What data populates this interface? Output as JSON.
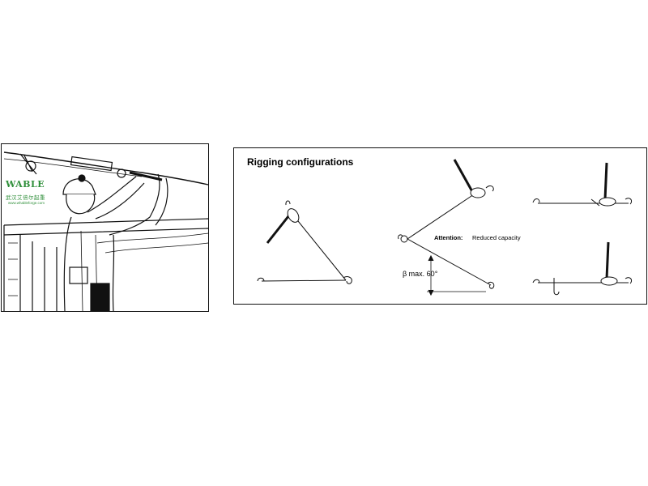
{
  "logo": {
    "brand": "WABLE",
    "chinese": "武汉艾倍尔起重",
    "url": "www.whableforge.com",
    "color": "#2f8f3a"
  },
  "rigging": {
    "title": "Rigging configurations",
    "attention_label": "Attention:",
    "attention_text": "Reduced capacity",
    "angle_label": "β max. 60°"
  }
}
